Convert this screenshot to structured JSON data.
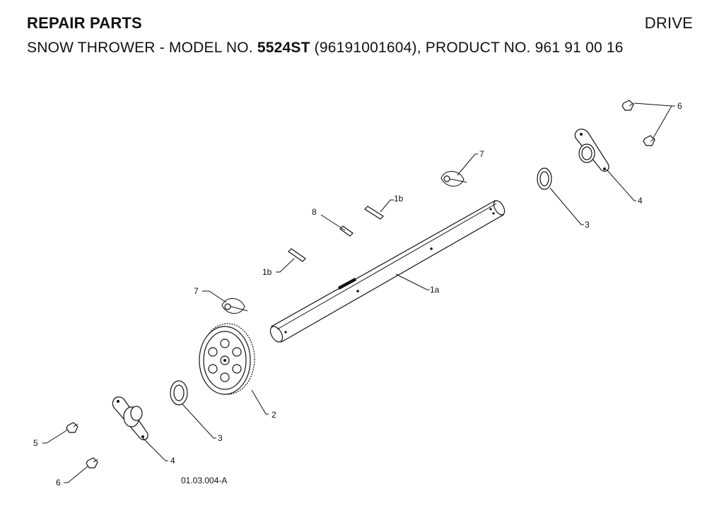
{
  "header": {
    "title": "REPAIR PARTS",
    "section": "DRIVE",
    "subtitle_prefix": "SNOW THROWER - MODEL NO. ",
    "model": "5524ST",
    "subtitle_suffix": " (96191001604), PRODUCT NO. 961 91 00 16"
  },
  "callouts": {
    "c6_top": "6",
    "c7_top": "7",
    "c4_top": "4",
    "c3_top": "3",
    "c1b_top": "1b",
    "c8": "8",
    "c1b_bottom": "1b",
    "c1a": "1a",
    "c7_bottom": "7",
    "c2": "2",
    "c3_bottom": "3",
    "c5": "5",
    "c4_bottom": "4",
    "c6_bottom": "6"
  },
  "drawing_number": "01.03.004-A"
}
